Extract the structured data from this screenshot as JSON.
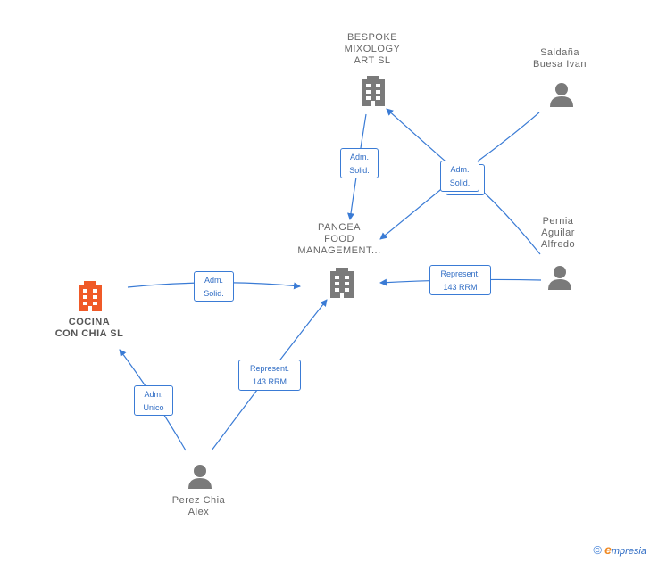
{
  "nodes": {
    "bespoke": {
      "label": "BESPOKE\nMIXOLOGY\nART  SL",
      "type": "company"
    },
    "saldana": {
      "label": "Saldaña\nBuesa Ivan",
      "type": "person"
    },
    "pangea": {
      "label": "PANGEA\nFOOD\nMANAGEMENT...",
      "type": "company"
    },
    "pernia": {
      "label": "Pernia\nAguilar\nAlfredo",
      "type": "person"
    },
    "cocina": {
      "label": "COCINA\nCON CHIA  SL",
      "type": "company-main"
    },
    "perez": {
      "label": "Perez Chia\nAlex",
      "type": "person"
    }
  },
  "edges": {
    "e1": "Adm.\nSolid.",
    "e2": "Adm.\nSolid.",
    "e3": "Represent.\n143 RRM",
    "e4": "Adm.\nSolid.",
    "e5": "Adm.\nUnico",
    "e6": "Represent.\n143 RRM"
  },
  "colors": {
    "edge": "#3a7bd5",
    "company": "#7a7a7a",
    "main": "#f05a28",
    "person": "#7a7a7a"
  },
  "footer": {
    "copyright": "©",
    "brand_initial": "e",
    "brand_rest": "mpresia"
  }
}
